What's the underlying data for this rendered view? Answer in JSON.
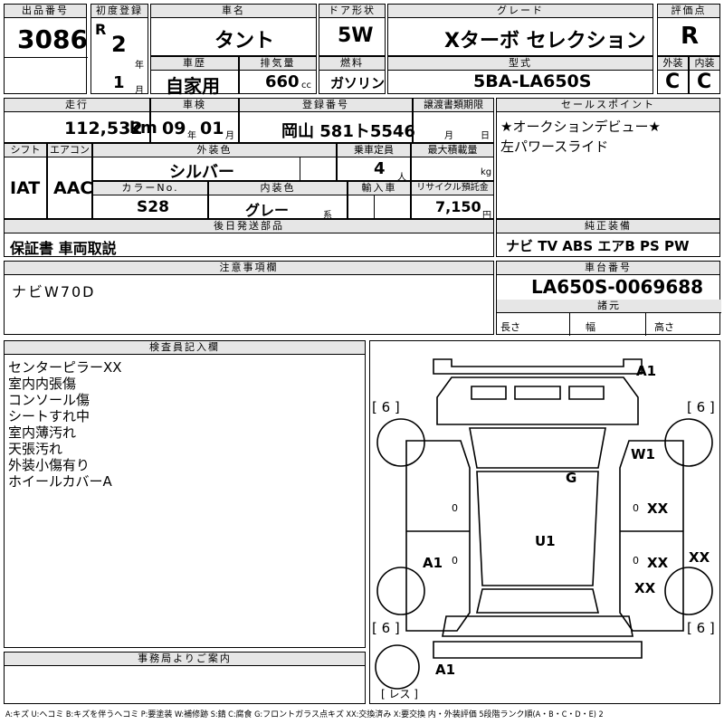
{
  "header": {
    "lot_number_label": "出品番号",
    "lot_number": "3086",
    "first_reg_label": "初度登録",
    "era": "R",
    "reg_year": "2",
    "year_unit": "年",
    "reg_month": "1",
    "month_unit": "月",
    "car_name_label": "車名",
    "car_name": "タント",
    "door_label": "ドア形状",
    "door": "5W",
    "grade_label": "グレード",
    "grade": "Xターボ セレクション",
    "score_label": "評価点",
    "score": "R",
    "history_label": "車歴",
    "history": "自家用",
    "displacement_label": "排気量",
    "displacement": "660",
    "displacement_unit": "cc",
    "fuel_label": "燃料",
    "fuel": "ガソリン",
    "model_code_label": "型式",
    "model_code": "5BA-LA650S",
    "exterior_label": "外装",
    "exterior": "C",
    "interior_label": "内装",
    "interior": "C"
  },
  "row2": {
    "mileage_label": "走行",
    "mileage": "112,532",
    "mileage_unit": "km",
    "inspection_label": "車検",
    "insp_year": "09",
    "insp_year_unit": "年",
    "insp_month": "01",
    "insp_month_unit": "月",
    "plate_label": "登録番号",
    "plate": "岡山 581ト5546",
    "transfer_label": "譲渡書類期限",
    "transfer_month_unit": "月",
    "transfer_day_unit": "日",
    "selling_points_label": "セールスポイント",
    "selling_points": [
      "★オークションデビュー★",
      "左パワースライド"
    ]
  },
  "row3": {
    "shift_label": "シフト",
    "shift": "IAT",
    "ac_label": "エアコン",
    "ac": "AAC",
    "ext_color_label": "外装色",
    "ext_color": "シルバー",
    "capacity_label": "乗車定員",
    "capacity": "4",
    "capacity_unit": "人",
    "max_load_label": "最大積載量",
    "max_load_unit": "kg",
    "color_no_label": "カラーNo.",
    "color_no": "S28",
    "int_color_label": "内装色",
    "int_color": "グレー",
    "int_color_unit": "系",
    "import_label": "輸入車",
    "recycle_label": "リサイクル預託金",
    "recycle": "7,150",
    "recycle_unit": "円"
  },
  "parts": {
    "label": "後日発送部品",
    "value": "保証書 車両取説"
  },
  "equipment": {
    "label": "純正装備",
    "value": "ナビ TV ABS エアB PS PW"
  },
  "notes": {
    "label": "注意事項欄",
    "value": "ナビW70D"
  },
  "chassis": {
    "label": "車台番号",
    "value": "LA650S-0069688",
    "spec_label": "諸元",
    "length_label": "長さ",
    "width_label": "幅",
    "height_label": "高さ"
  },
  "inspector": {
    "label": "検査員記入欄",
    "lines": [
      "センターピラーXX",
      "室内内張傷",
      "コンソール傷",
      "シートすれ中",
      "室内薄汚れ",
      "天張汚れ",
      "外装小傷有り",
      "ホイールカバーA"
    ]
  },
  "office": {
    "label": "事務局よりご案内"
  },
  "diagram": {
    "marks": {
      "front_bumper": "A1",
      "tire_tl": "[ 6 ]",
      "tire_tr": "[ 6 ]",
      "tire_bl": "[ 6 ]",
      "tire_br": "[ 6 ]",
      "right_fender": "W1",
      "roof_front": "G",
      "roof_center": "U1",
      "left_side": "A1",
      "right_door_front": "XX",
      "right_door_rear": "XX",
      "right_outer": "XX",
      "right_rear": "XX",
      "left_zero_1": "0",
      "left_zero_2": "0",
      "right_zero_1": "0",
      "right_zero_2": "0",
      "rear_bumper": "A1",
      "spare": "[ レス ]"
    }
  },
  "legend": "A:キズ U:ヘコミ B:キズを伴うヘコミ P:要塗装 W:補修跡 S:錆 C:腐食 G:フロントガラス点キズ XX:交換済み X:要交換 内・外装評価 5段階ランク順(A・B・C・D・E) 2"
}
